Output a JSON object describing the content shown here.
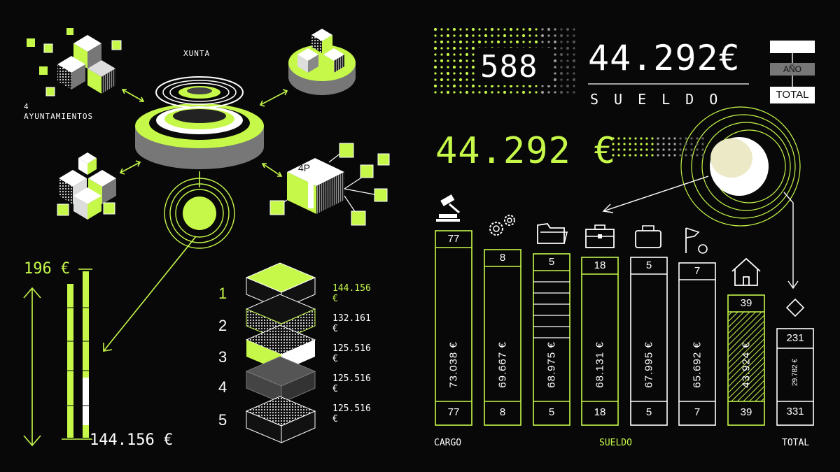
{
  "colors": {
    "accent": "#c6f84a",
    "background": "#080808",
    "foreground": "#ffffff",
    "muted": "#7a7a7a"
  },
  "network": {
    "center_label": "XUNTA",
    "left_label_1": "4",
    "left_label_2": "AYUNTAMIENTOS",
    "box_label": "4P"
  },
  "range": {
    "top_value": "196 €",
    "bottom_value": "144.156 €"
  },
  "layers": [
    {
      "num": "1",
      "value": "144.156 €"
    },
    {
      "num": "2",
      "value": "132.161 €"
    },
    {
      "num": "3",
      "value": "125.516 €"
    },
    {
      "num": "4",
      "value": "125.516 €"
    },
    {
      "num": "5",
      "value": "125.516 €"
    }
  ],
  "header": {
    "count": "588",
    "salary": "44.292€",
    "salary_label": "SUELDO"
  },
  "legend": {
    "year": "AÑO",
    "total": "TOTAL"
  },
  "big_salary": "44.292 €",
  "bars": [
    {
      "top": "77",
      "salary": "73.038 €",
      "bottom": "77",
      "icon": "gavel-icon"
    },
    {
      "top": "8",
      "salary": "69.667 €",
      "bottom": "8",
      "icon": "gears-icon"
    },
    {
      "top": "5",
      "salary": "68.975 €",
      "bottom": "5",
      "icon": "folder-icon"
    },
    {
      "top": "18",
      "salary": "68.131 €",
      "bottom": "18",
      "icon": "briefcase-icon"
    },
    {
      "top": "5",
      "salary": "67.995 €",
      "bottom": "5",
      "icon": "bag-icon"
    },
    {
      "top": "7",
      "salary": "65.692 €",
      "bottom": "7",
      "icon": "flag-icon"
    },
    {
      "top": "39",
      "salary": "43.924 €",
      "bottom": "39",
      "icon": "house-icon"
    }
  ],
  "total_bar": {
    "top": "231",
    "salary": "29.782 €",
    "bottom": "331",
    "icon": "diamond-icon"
  },
  "axis": {
    "left": "CARGO",
    "middle": "SUELDO",
    "right": "TOTAL"
  }
}
